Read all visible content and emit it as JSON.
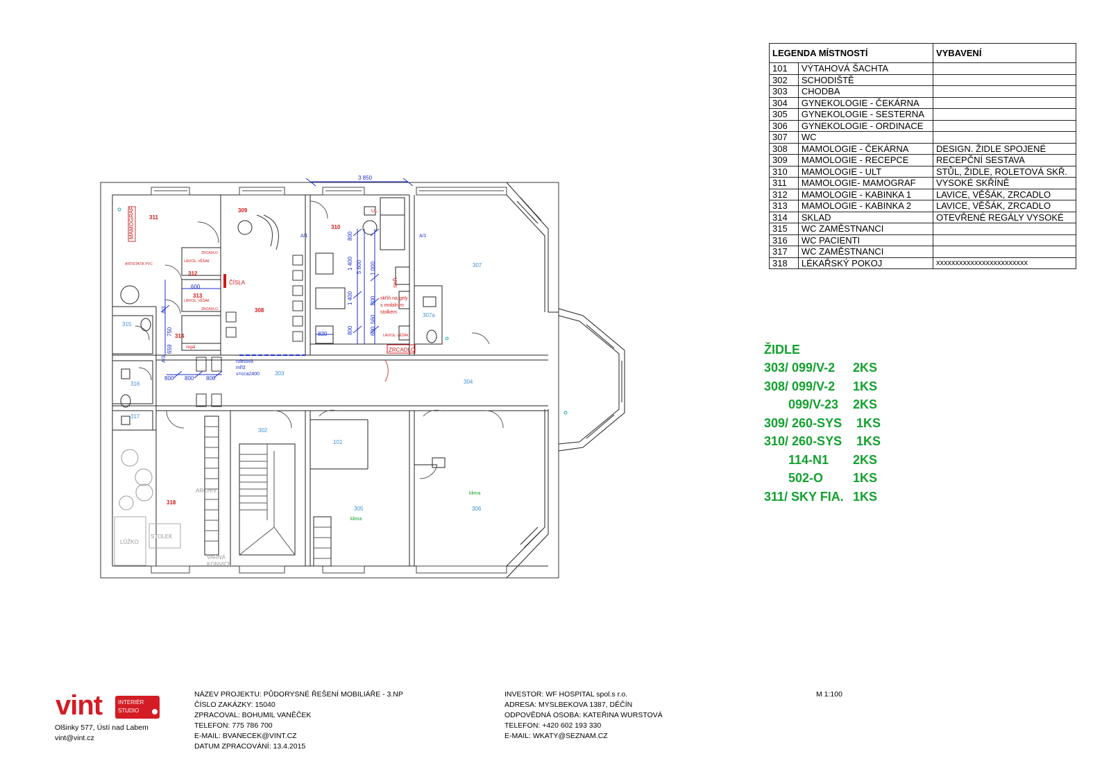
{
  "legend": {
    "header_rooms": "LEGENDA MÍSTNOSTÍ",
    "header_equipment": "VYBAVENÍ",
    "rows": [
      {
        "num": "101",
        "name": "VÝTAHOVÁ ŠACHTA",
        "equip": ""
      },
      {
        "num": "302",
        "name": "SCHODIŠTĚ",
        "equip": ""
      },
      {
        "num": "303",
        "name": "CHODBA",
        "equip": ""
      },
      {
        "num": "304",
        "name": "GYNEKOLOGIE - ČEKÁRNA",
        "equip": ""
      },
      {
        "num": "305",
        "name": "GYNEKOLOGIE - SESTERNA",
        "equip": ""
      },
      {
        "num": "306",
        "name": "GYNEKOLOGIE - ORDINACE",
        "equip": ""
      },
      {
        "num": "307",
        "name": "WC",
        "equip": ""
      },
      {
        "num": "308",
        "name": "MAMOLOGIE - ČEKÁRNA",
        "equip": "DESIGN. ŽIDLE SPOJENÉ"
      },
      {
        "num": "309",
        "name": "MAMOLOGIE - RECEPCE",
        "equip": "RECEPČNÍ SESTAVA"
      },
      {
        "num": "310",
        "name": "MAMOLOGIE - ULT",
        "equip": "STŮL, ŽIDLE, ROLETOVÁ SKŘ."
      },
      {
        "num": "311",
        "name": "MAMOLOGIE- MAMOGRAF",
        "equip": "VYSOKÉ SKŘÍNĚ"
      },
      {
        "num": "312",
        "name": "MAMOLOGIE - KABINKA 1",
        "equip": "LAVICE, VĚŠÁK, ZRCADLO"
      },
      {
        "num": "313",
        "name": "MAMOLOGIE - KABINKA 2",
        "equip": "LAVICE, VĚŠÁK, ZRCADLO"
      },
      {
        "num": "314",
        "name": "SKLAD",
        "equip": "OTEVŘENÉ REGÁLY VYSOKÉ"
      },
      {
        "num": "315",
        "name": "WC ZAMĚSTNANCI",
        "equip": ""
      },
      {
        "num": "316",
        "name": "WC PACIENTI",
        "equip": ""
      },
      {
        "num": "317",
        "name": "WC ZAMĚSTNANCI",
        "equip": ""
      },
      {
        "num": "318",
        "name": "LÉKAŘSKÝ POKOJ",
        "equip": "xxxxxxxxxxxxxxxxxxxxxxxx"
      }
    ]
  },
  "chairs": {
    "title": "ŽIDLE",
    "rows": [
      {
        "code": "303/ 099/V-2",
        "qty": "2KS",
        "indent": false
      },
      {
        "code": "308/ 099/V-2",
        "qty": "1KS",
        "indent": false
      },
      {
        "code": "099/V-23",
        "qty": "2KS",
        "indent": true
      },
      {
        "code": "309/ 260-SYS",
        "qty": "1KS",
        "indent": false
      },
      {
        "code": "310/ 260-SYS",
        "qty": "1KS",
        "indent": false
      },
      {
        "code": "114-N1",
        "qty": "2KS",
        "indent": true
      },
      {
        "code": "502-O",
        "qty": "1KS",
        "indent": true
      },
      {
        "code": "311/ SKY FIA.",
        "qty": "1KS",
        "indent": false
      }
    ]
  },
  "plan": {
    "rooms": {
      "r311": "311",
      "r309": "309",
      "r310": "310",
      "r307": "307",
      "r307a": "307a",
      "r312": "312",
      "r313": "313",
      "r308": "308",
      "r314": "314",
      "r315": "315",
      "r316": "316",
      "r317": "317",
      "r303": "303",
      "r304": "304",
      "r302": "302",
      "r101": "101",
      "r305": "305",
      "r306": "306",
      "r318": "318"
    },
    "labels": {
      "mamograf": "MAMOGRAF",
      "antistatik": "ANTISTATIK PVC",
      "cisla": "ČÍSLA",
      "lavice_vesak": "LAVICE, VĚŠÁK",
      "zrcadlo": "ZRCADLO",
      "zrcadlo_caps": "ZRCADLO",
      "regal": "regál",
      "roletova1": "roletová",
      "roletova2": "mříž",
      "roletova3": "v=cca2400",
      "skrin1": "skříň na gely",
      "skrin2": "s mobilním",
      "skrin3": "stolkem",
      "skr": "SKŘ.",
      "ul": "UL",
      "klima": "klima",
      "archiv": "ARCHIV",
      "lozko": "LŮŽKO",
      "stolek": "STOLEK",
      "varna1": "VARNÁ",
      "varna2": "KONVICE",
      "a1": "A/1",
      "a3": "A/3"
    },
    "dims": {
      "d3850": "3 850",
      "d800a": "800",
      "d1400a": "1 400",
      "d1400b": "1 400",
      "d800b": "800",
      "d5600": "5 600",
      "d1000": "1 000",
      "d800c": "800",
      "d560": "560",
      "d600": "600",
      "d820": "820",
      "d600b": "600",
      "d800d": "800",
      "d800e": "800",
      "d800f": "800",
      "d750": "750",
      "d659": "659"
    }
  },
  "footer": {
    "brand": "vint",
    "brand_sub1": "INTERIÉR",
    "brand_sub2": "STUDIO",
    "studio_address": "Olšinky 577, Ústí nad Labem",
    "studio_email": "vint@vint.cz",
    "project": [
      "NÁZEV PROJEKTU: PŮDORYSNÉ ŘEŠENÍ MOBILIÁŘE - 3.NP",
      "ČÍSLO ZAKÁZKY: 15040",
      "ZPRACOVAL: BOHUMIL VANĚČEK",
      "TELEFON: 775 786 700",
      "E-MAIL: BVANECEK@VINT.CZ",
      "DATUM ZPRACOVÁNÍ: 13.4.2015"
    ],
    "investor": [
      "INVESTOR: WF HOSPITAL spol.s r.o.",
      "ADRESA: MYSLBEKOVA 1387, DĚČÍN",
      "ODPOVĚDNÁ OSOBA: KATEŘINA WURSTOVÁ",
      "TELEFON: +420 602 193 330",
      "E-MAIL: WKATY@SEZNAM.CZ"
    ],
    "scale": "M 1:100"
  },
  "colors": {
    "chairs_green": "#12a12e",
    "room_red": "#d01818",
    "room_blue": "#3c8fd6",
    "dim_blue": "#1c2fd0",
    "brand_red": "#d41c24"
  }
}
